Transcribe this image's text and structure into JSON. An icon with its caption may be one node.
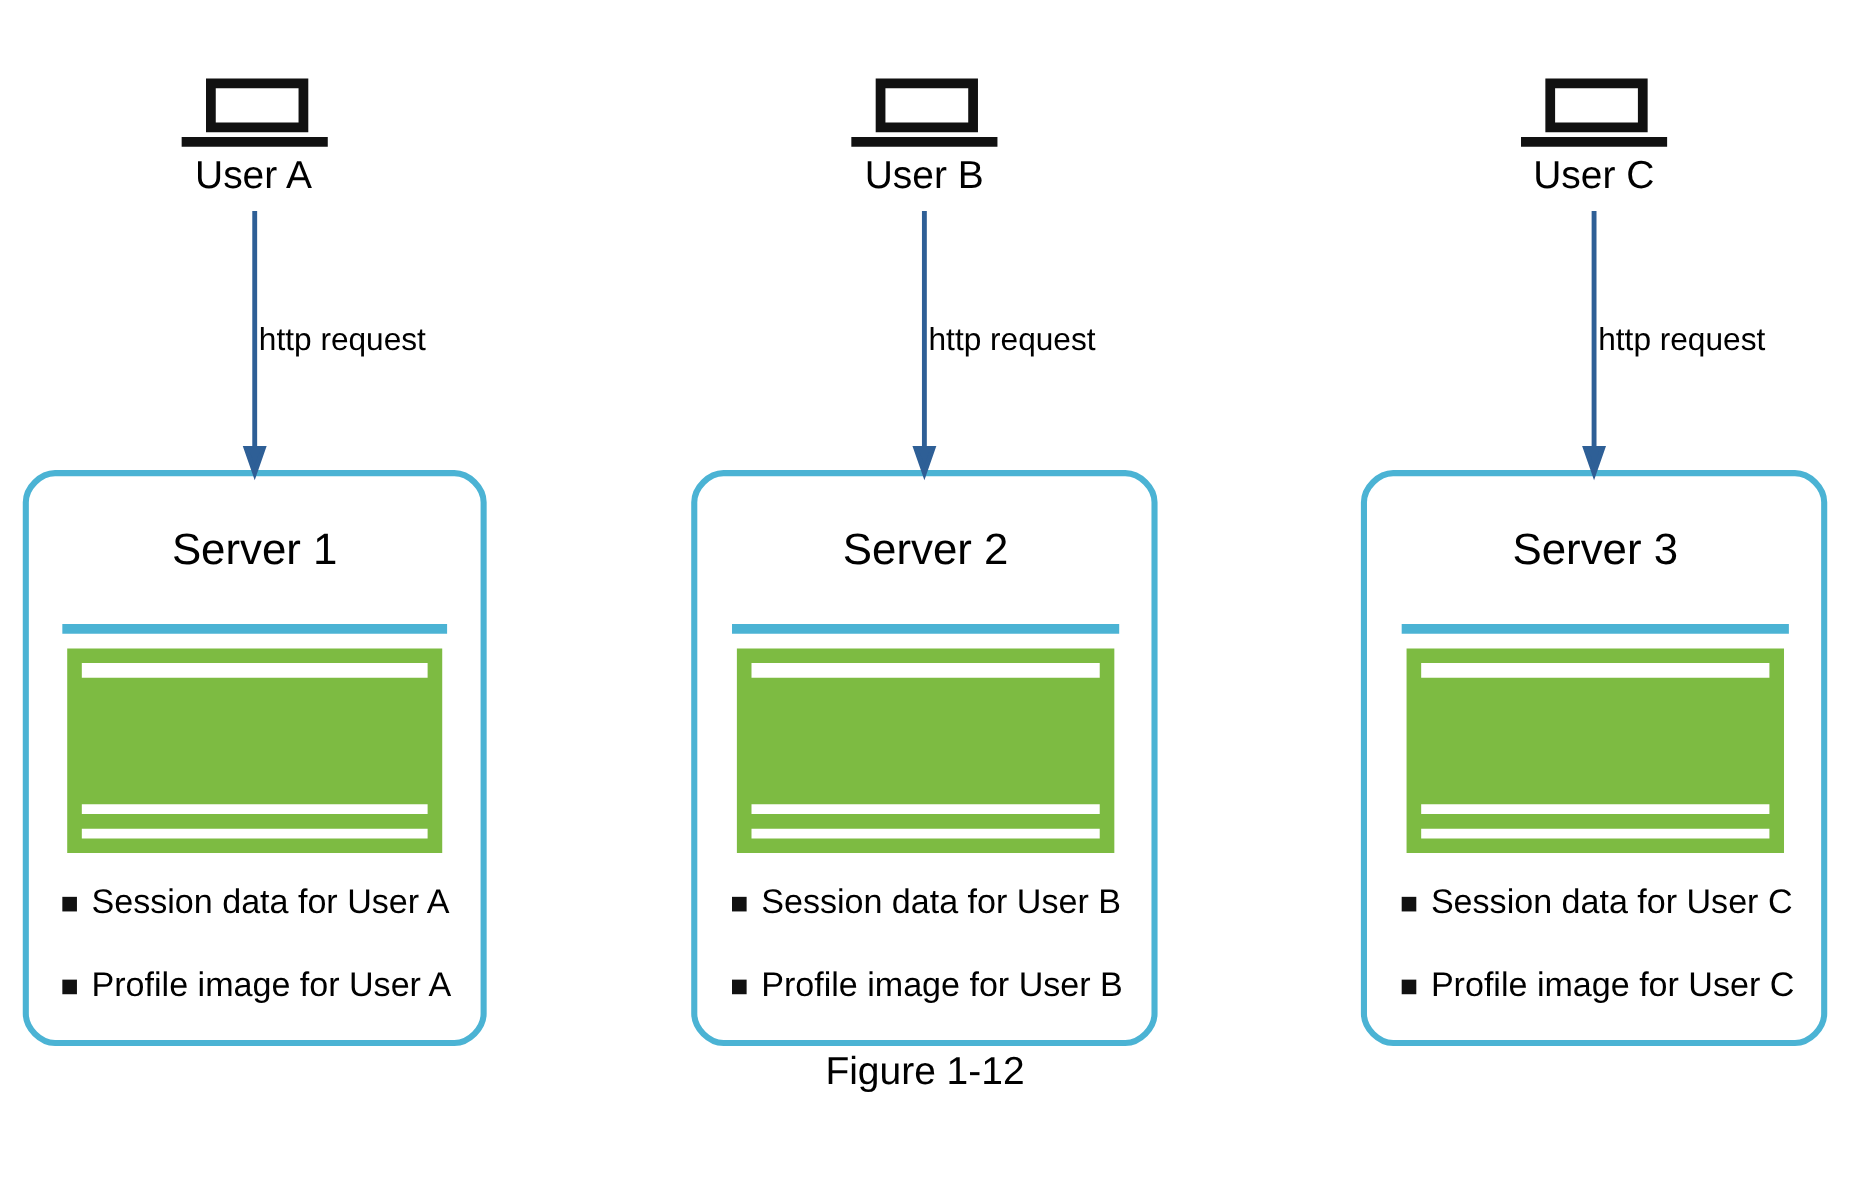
{
  "diagram": {
    "caption": "Figure 1-12",
    "nodes": [
      {
        "text": [
          "User A"
        ]
      },
      {
        "text": [
          "User B"
        ]
      },
      {
        "text": [
          "User C"
        ]
      },
      {
        "text": [
          "Server 1",
          "Session data for User A",
          "Profile image for User A"
        ]
      },
      {
        "text": [
          "Server 2",
          "Session data for User B",
          "Profile image for User B"
        ]
      },
      {
        "text": [
          "Server 3",
          "Session data for User C",
          "Profile image for User C"
        ]
      }
    ],
    "edges": [
      {
        "from": 0,
        "to": 3,
        "arrow": "to",
        "label": "http request"
      },
      {
        "from": 1,
        "to": 4,
        "arrow": "to",
        "label": "http request"
      },
      {
        "from": 2,
        "to": 5,
        "arrow": "to",
        "label": "http request"
      }
    ]
  }
}
